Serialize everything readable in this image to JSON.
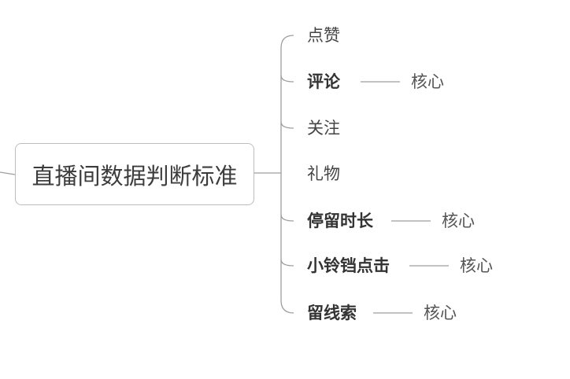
{
  "mindmap": {
    "root": "直播间数据判断标准",
    "branches": [
      {
        "label": "点赞",
        "bold": false,
        "tag": ""
      },
      {
        "label": "评论",
        "bold": true,
        "tag": "核心"
      },
      {
        "label": "关注",
        "bold": false,
        "tag": ""
      },
      {
        "label": "礼物",
        "bold": false,
        "tag": ""
      },
      {
        "label": "停留时长",
        "bold": true,
        "tag": "核心"
      },
      {
        "label": "小铃铛点击",
        "bold": true,
        "tag": "核心"
      },
      {
        "label": "留线索",
        "bold": true,
        "tag": "核心"
      }
    ]
  },
  "colors": {
    "line": "#9e9e9e",
    "box_border": "#bdbdbd",
    "text": "#444444"
  }
}
